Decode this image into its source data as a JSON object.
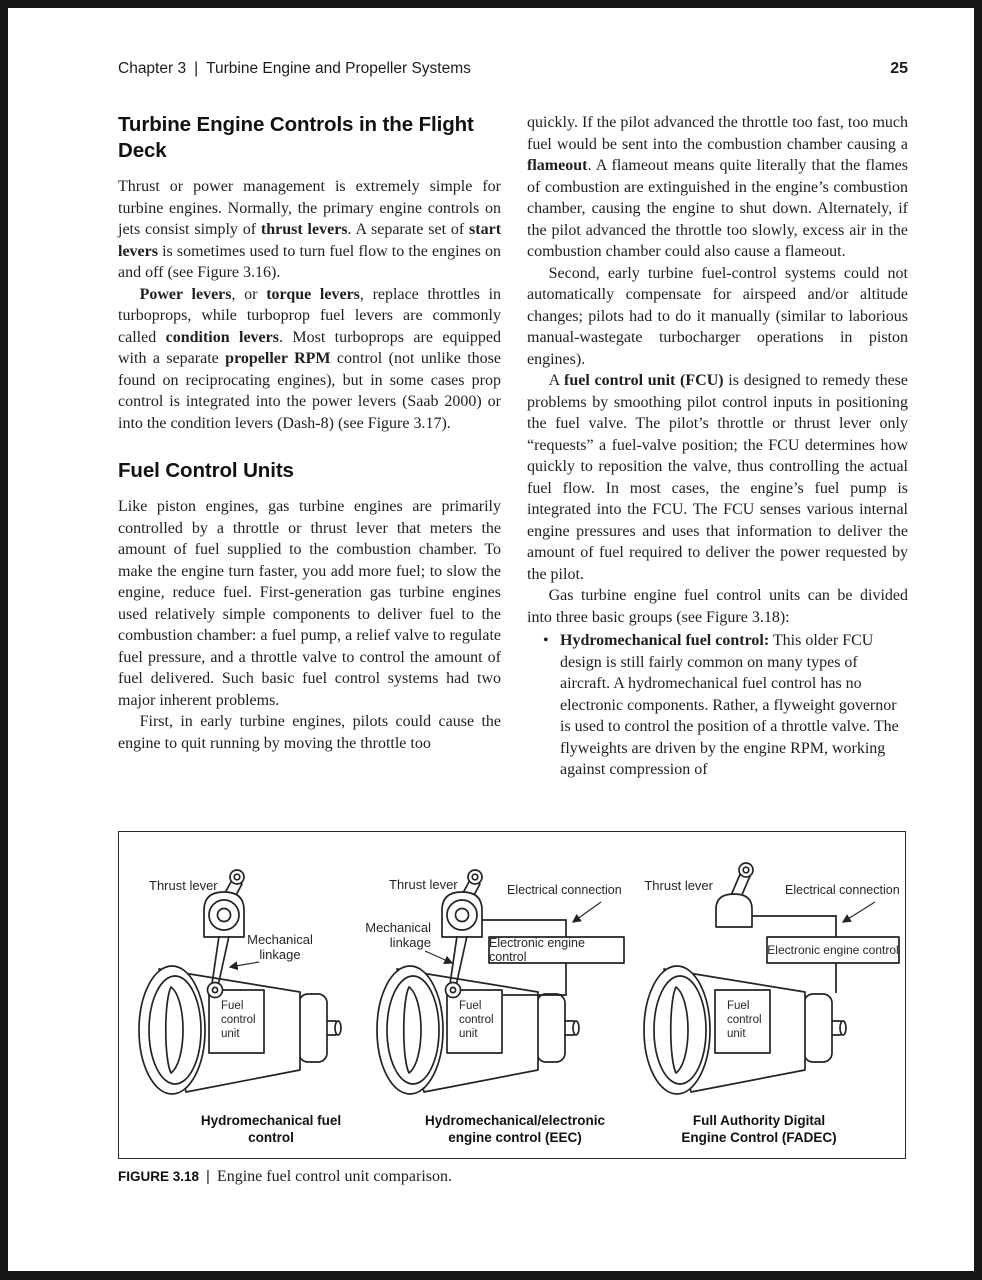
{
  "header": {
    "chapter": "Chapter 3",
    "separator": "|",
    "book_section": "Turbine Engine and Propeller Systems",
    "page_number": "25"
  },
  "left_column": {
    "heading1": "Turbine Engine Controls in the Flight Deck",
    "heading2": "Fuel Control Units",
    "p1": [
      {
        "t": "Thrust or power management is extremely simple for turbine engines. Normally, the primary engine controls on jets consist simply of "
      },
      {
        "t": "thrust levers",
        "b": 1
      },
      {
        "t": ". A separate set of "
      },
      {
        "t": "start levers",
        "b": 1
      },
      {
        "t": " is sometimes used to turn fuel flow to the engines on and off (see Figure 3.16)."
      }
    ],
    "p2": [
      {
        "t": "Power levers",
        "b": 1
      },
      {
        "t": ", or "
      },
      {
        "t": "torque levers",
        "b": 1
      },
      {
        "t": ", replace throttles in turboprops, while turboprop fuel levers are commonly called "
      },
      {
        "t": "condition levers",
        "b": 1
      },
      {
        "t": ". Most turboprops are equipped with a separate "
      },
      {
        "t": "propeller RPM",
        "b": 1
      },
      {
        "t": " control (not unlike those found on reciprocating engines), but in some cases prop control is integrated into the power levers (Saab 2000) or into the condition levers (Dash-8) (see Figure 3.17)."
      }
    ],
    "p3": [
      {
        "t": "Like piston engines, gas turbine engines are primarily controlled by a throttle or thrust lever that meters the amount of fuel supplied to the combustion chamber. To make the engine turn faster, you add more fuel; to slow the engine, reduce fuel. First-generation gas turbine engines used relatively simple components to deliver fuel to the combustion chamber: a fuel pump, a relief valve to regulate fuel pressure, and a throttle valve to control the amount of fuel delivered. Such basic fuel control systems had two major inherent problems."
      }
    ],
    "p4": [
      {
        "t": "First, in early turbine engines, pilots could cause the engine to quit running by moving the throttle too"
      }
    ]
  },
  "right_column": {
    "p1": [
      {
        "t": "quickly. If the pilot advanced the throttle too fast, too much fuel would be sent into the combustion chamber causing a "
      },
      {
        "t": "flameout",
        "b": 1
      },
      {
        "t": ". A flameout means quite literally that the flames of combustion are extinguished in the engine’s combustion chamber, causing the engine to shut down. Alternately, if the pilot advanced the throttle too slowly, excess air in the combustion chamber could also cause a flameout."
      }
    ],
    "p2": [
      {
        "t": "Second, early turbine fuel-control systems could not automatically compensate for airspeed and/or altitude changes; pilots had to do it manually (similar to laborious manual-wastegate turbocharger operations in piston engines)."
      }
    ],
    "p3": [
      {
        "t": "A "
      },
      {
        "t": "fuel control unit (FCU)",
        "b": 1
      },
      {
        "t": " is designed to remedy these problems by smoothing pilot control inputs in positioning the fuel valve. The pilot’s throttle or thrust lever only “requests” a fuel-valve position; the FCU determines how quickly to reposition the valve, thus controlling the actual fuel flow. In most cases, the engine’s fuel pump is integrated into the FCU. The FCU senses various internal engine pressures and uses that information to deliver the amount of fuel required to deliver the power requested by the pilot."
      }
    ],
    "p4": [
      {
        "t": "Gas turbine engine fuel control units can be divided into three basic groups (see Figure 3.18):"
      }
    ],
    "bullet_dot": "•",
    "b1": [
      {
        "t": "Hydromechanical fuel control:",
        "b": 1
      },
      {
        "t": " This older FCU design is still fairly common on many types of aircraft. A hydromechanical fuel control has no electronic components. Rather, a flyweight governor is used to control the position of a throttle valve. The flyweights are driven by the engine RPM, working against compression of"
      }
    ]
  },
  "figure": {
    "labels": {
      "thrust_lever": "Thrust lever",
      "mechanical": "Mechanical",
      "linkage": "linkage",
      "electrical_connection": "Electrical connection",
      "eec": "Electronic engine control",
      "fcu_l1": "Fuel",
      "fcu_l2": "control",
      "fcu_l3": "unit"
    },
    "panels": [
      {
        "caption_l1": "Hydromechanical fuel control",
        "caption_l2": ""
      },
      {
        "caption_l1": "Hydromechanical/electronic",
        "caption_l2": "engine control (EEC)"
      },
      {
        "caption_l1": "Full Authority Digital",
        "caption_l2": "Engine Control (FADEC)"
      }
    ],
    "caption_label": "FIGURE 3.18",
    "caption_separator": "|",
    "caption_text": "Engine fuel control unit comparison."
  }
}
